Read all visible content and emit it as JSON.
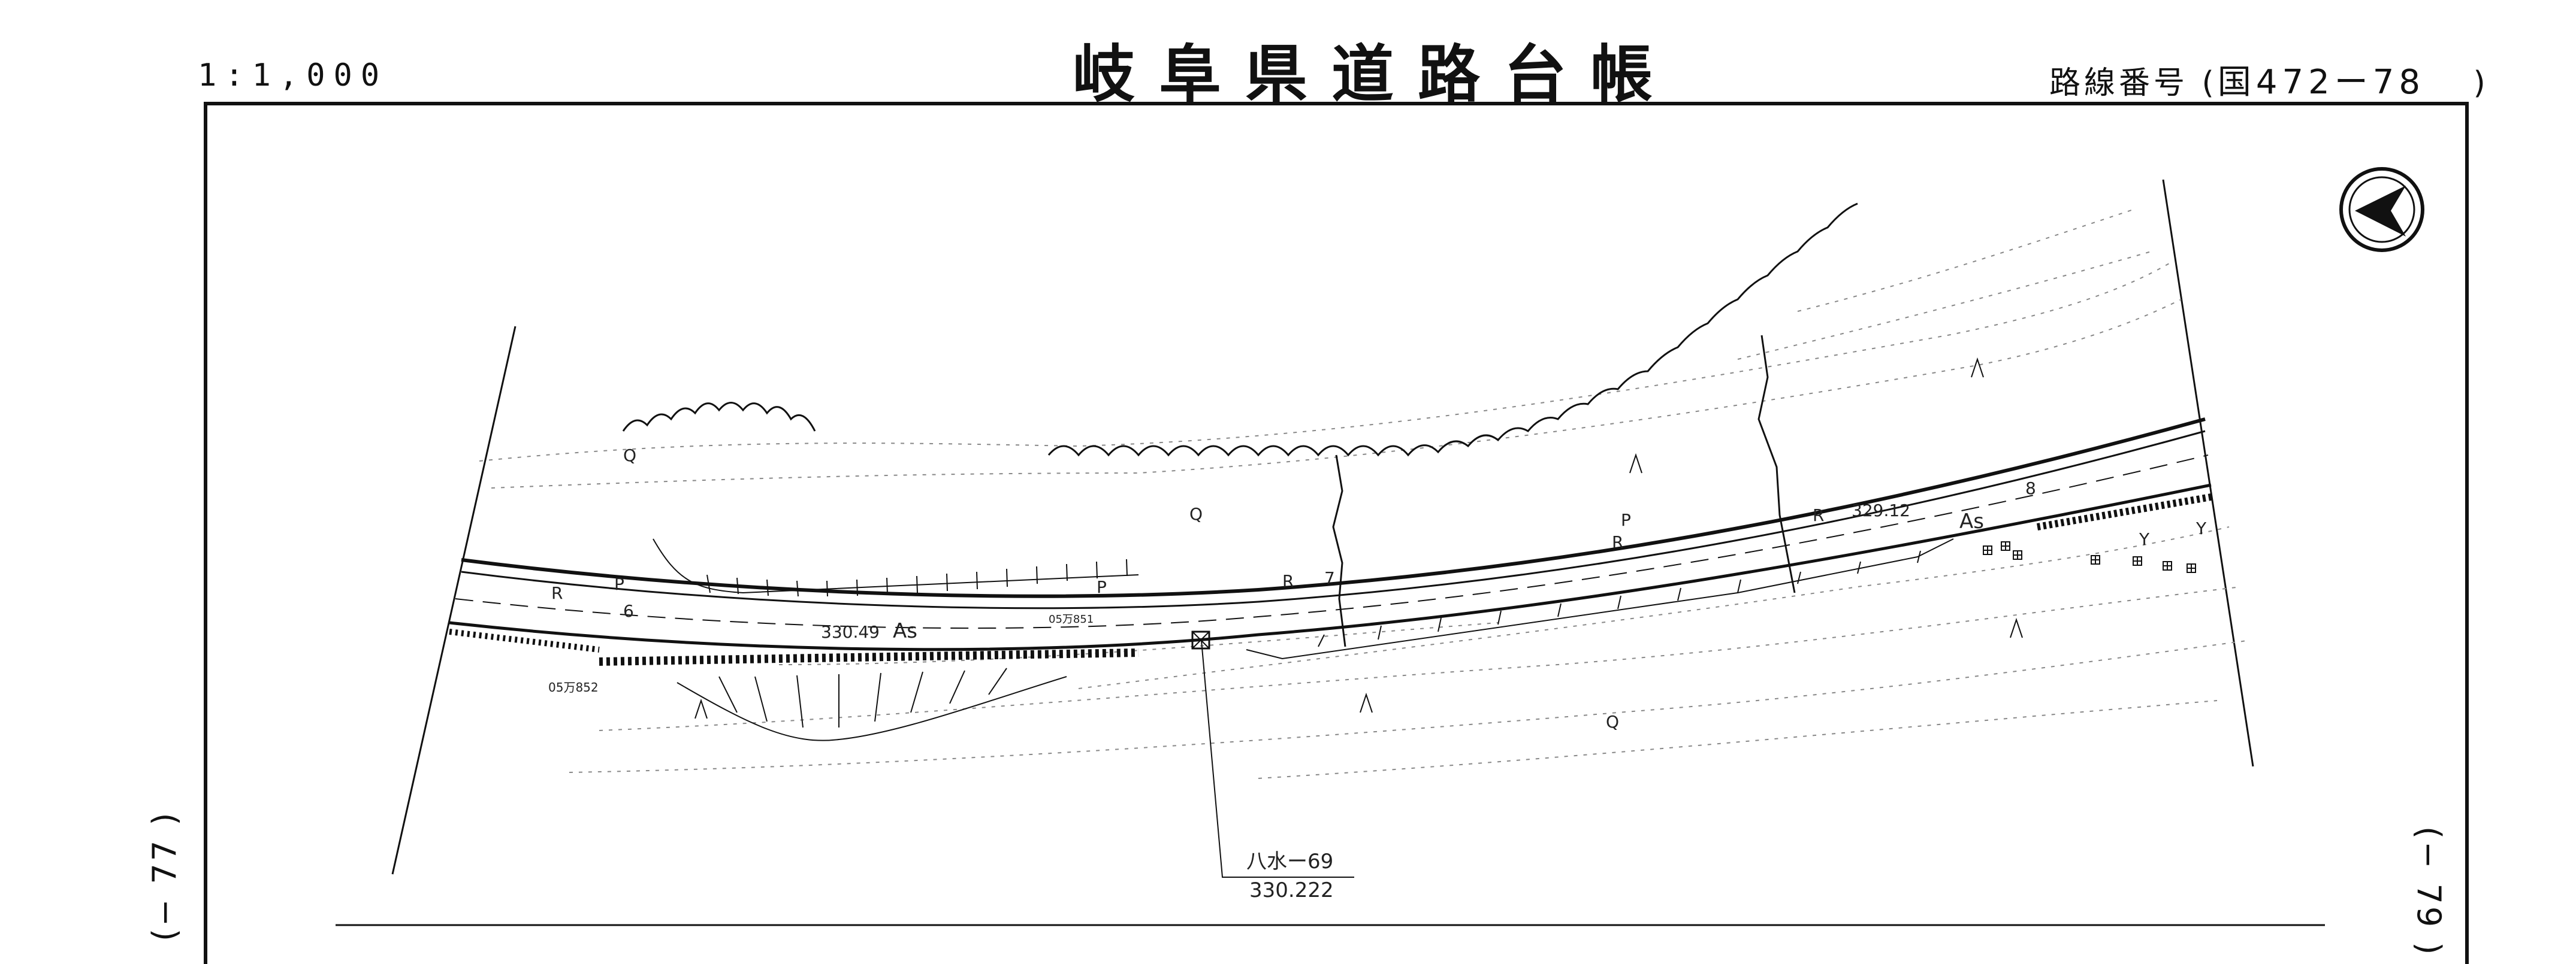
{
  "header": {
    "scale": "1:1,000",
    "title": "岐阜県道路台帳",
    "route_label": "路線番号",
    "route_value": "国472ー78"
  },
  "sheet_refs": {
    "left": "(− 77 )",
    "right": "(− 79 )"
  },
  "map_labels": {
    "station_6": "6",
    "station_7": "7",
    "station_8": "8",
    "elev_a": "330.49",
    "elev_b": "329.12",
    "surface_a": "As",
    "surface_b": "As",
    "marker_a": "05万852",
    "marker_b": "05万851",
    "bm_name": "八水ー69",
    "bm_elev": "330.222",
    "road_p1": "P",
    "road_p2": "P",
    "road_p3": "P",
    "road_r1": "R",
    "road_r2": "R",
    "road_r3": "R",
    "road_r4": "R",
    "road_y1": "Y",
    "road_y2": "Y",
    "veg_q1": "Q",
    "veg_q2": "Q",
    "veg_q3": "Q"
  },
  "icons": {
    "north": "north-arrow-icon"
  },
  "colors": {
    "ink": "#111111",
    "paper": "#ffffff"
  }
}
